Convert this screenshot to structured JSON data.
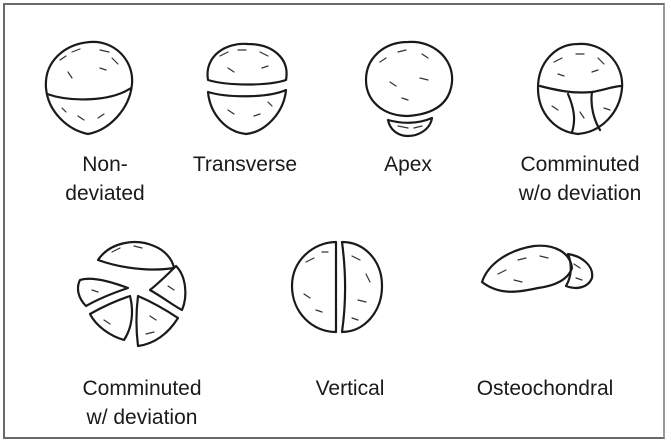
{
  "figures": [
    {
      "id": "non-deviated",
      "label": "Non-\ndeviated"
    },
    {
      "id": "transverse",
      "label": "Transverse"
    },
    {
      "id": "apex",
      "label": "Apex"
    },
    {
      "id": "comminuted-no-deviation",
      "label": "Comminuted\nw/o deviation"
    },
    {
      "id": "comminuted-deviation",
      "label": "Comminuted\nw/ deviation"
    },
    {
      "id": "vertical",
      "label": "Vertical"
    },
    {
      "id": "osteochondral",
      "label": "Osteochondral"
    }
  ]
}
